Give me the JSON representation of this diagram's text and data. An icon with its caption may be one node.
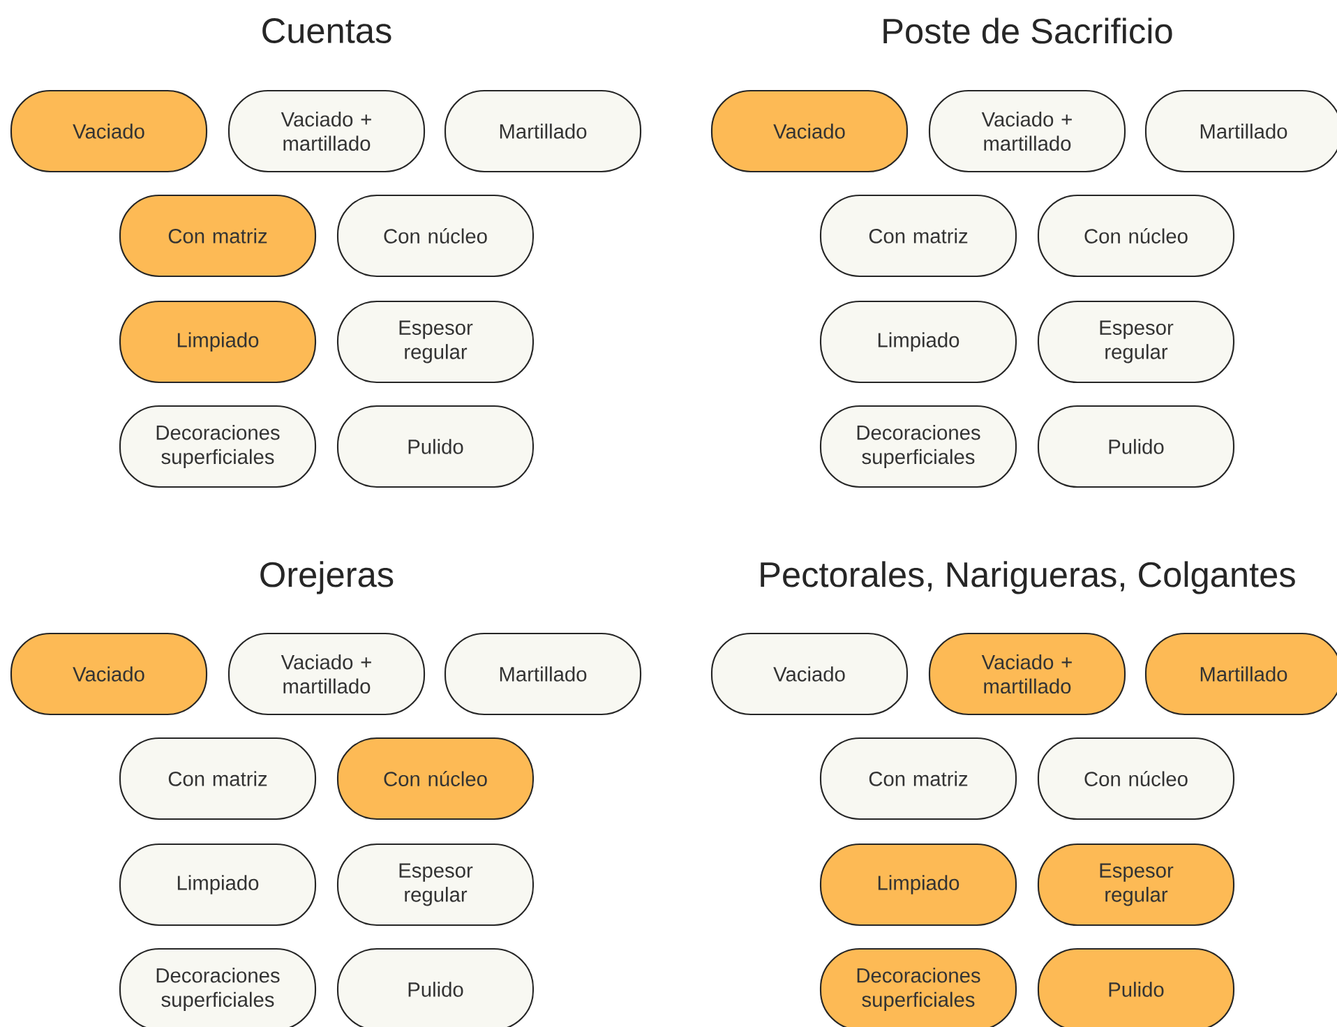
{
  "diagram": {
    "labels": [
      "Cuentas",
      "Poste de Sacrificio",
      "Orejeras",
      "Pectorales, Narigueras, Colgantes"
    ],
    "nodes": [
      {
        "text": [
          "Vaciado"
        ]
      },
      {
        "text": [
          "Vaciado + martillado"
        ]
      },
      {
        "text": [
          "Martillado"
        ]
      },
      {
        "text": [
          "Con matriz"
        ]
      },
      {
        "text": [
          "Con núcleo"
        ]
      },
      {
        "text": [
          "Limpiado"
        ]
      },
      {
        "text": [
          "Espesor regular"
        ]
      },
      {
        "text": [
          "Decoraciones superficiales"
        ]
      },
      {
        "text": [
          "Pulido"
        ]
      },
      {
        "text": [
          "Vaciado"
        ]
      },
      {
        "text": [
          "Vaciado + martillado"
        ]
      },
      {
        "text": [
          "Martillado"
        ]
      },
      {
        "text": [
          "Con matriz"
        ]
      },
      {
        "text": [
          "Con núcleo"
        ]
      },
      {
        "text": [
          "Limpiado"
        ]
      },
      {
        "text": [
          "Espesor regular"
        ]
      },
      {
        "text": [
          "Decoraciones superficiales"
        ]
      },
      {
        "text": [
          "Pulido"
        ]
      },
      {
        "text": [
          "Vaciado"
        ]
      },
      {
        "text": [
          "Vaciado + martillado"
        ]
      },
      {
        "text": [
          "Martillado"
        ]
      },
      {
        "text": [
          "Con matriz"
        ]
      },
      {
        "text": [
          "Con núcleo"
        ]
      },
      {
        "text": [
          "Limpiado"
        ]
      },
      {
        "text": [
          "Espesor regular"
        ]
      },
      {
        "text": [
          "Decoraciones superficiales"
        ]
      },
      {
        "text": [
          "Pulido"
        ]
      },
      {
        "text": [
          "Vaciado"
        ]
      },
      {
        "text": [
          "Vaciado + martillado"
        ]
      },
      {
        "text": [
          "Martillado"
        ]
      },
      {
        "text": [
          "Con matriz"
        ]
      },
      {
        "text": [
          "Con núcleo"
        ]
      },
      {
        "text": [
          "Limpiado"
        ]
      },
      {
        "text": [
          "Espesor regular"
        ]
      },
      {
        "text": [
          "Decoraciones superficiales"
        ]
      },
      {
        "text": [
          "Pulido"
        ]
      }
    ]
  }
}
